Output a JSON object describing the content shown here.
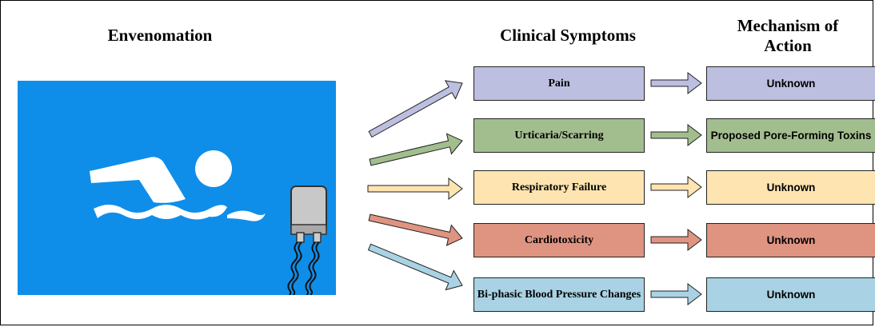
{
  "headings": {
    "envenomation": "Envenomation",
    "clinical_symptoms": "Clinical Symptoms",
    "mechanism": "Mechanism of Action"
  },
  "rows": [
    {
      "symptom": "Pain",
      "mechanism": "Unknown",
      "color": "#bdbfe0"
    },
    {
      "symptom": "Urticaria/Scarring",
      "mechanism": "Proposed Pore-Forming Toxins",
      "color": "#a3be8e"
    },
    {
      "symptom": "Respiratory Failure",
      "mechanism": "Unknown",
      "color": "#fde4b0"
    },
    {
      "symptom": "Cardiotoxicity",
      "mechanism": "Unknown",
      "color": "#df9482"
    },
    {
      "symptom": "Bi-phasic Blood Pressure Changes",
      "mechanism": "Unknown",
      "color": "#a9d3e4"
    }
  ],
  "colors": {
    "water": "#0e8ee9",
    "swimmer": "#ffffff",
    "jellyfish_bell": "#c8c8c8",
    "outline": "#222222"
  },
  "icons": {
    "swimmer": "swimmer-icon",
    "jellyfish": "jellyfish-icon"
  }
}
